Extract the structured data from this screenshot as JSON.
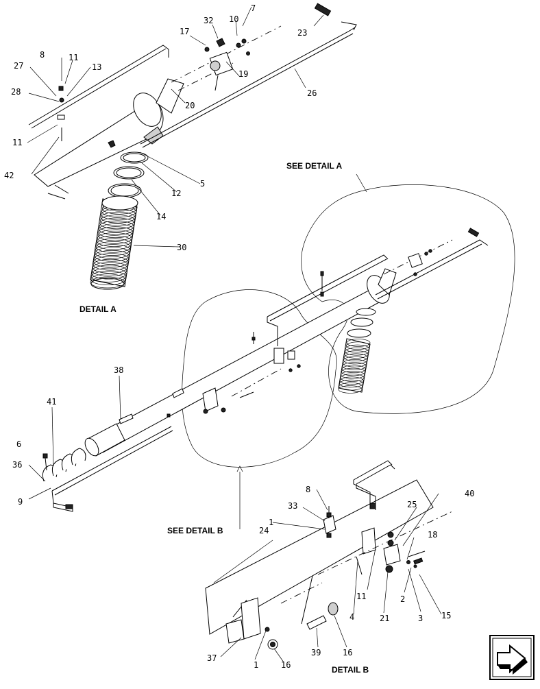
{
  "detail_a": {
    "caption": "DETAIL A",
    "callouts": [
      "7",
      "10",
      "32",
      "17",
      "23",
      "8",
      "11",
      "13",
      "27",
      "28",
      "19",
      "26",
      "20",
      "11",
      "42",
      "5",
      "12",
      "14",
      "30"
    ]
  },
  "main_view": {
    "see_detail_a": "SEE DETAIL A",
    "see_detail_b": "SEE DETAIL B",
    "callouts": [
      "38",
      "41",
      "6",
      "36",
      "9"
    ]
  },
  "detail_b": {
    "caption": "DETAIL B",
    "callouts": [
      "40",
      "8",
      "33",
      "25",
      "1",
      "18",
      "24",
      "11",
      "2",
      "3",
      "15",
      "4",
      "21",
      "37",
      "1",
      "16",
      "39",
      "16"
    ]
  },
  "nav_icon": "next-page-arrow-icon"
}
